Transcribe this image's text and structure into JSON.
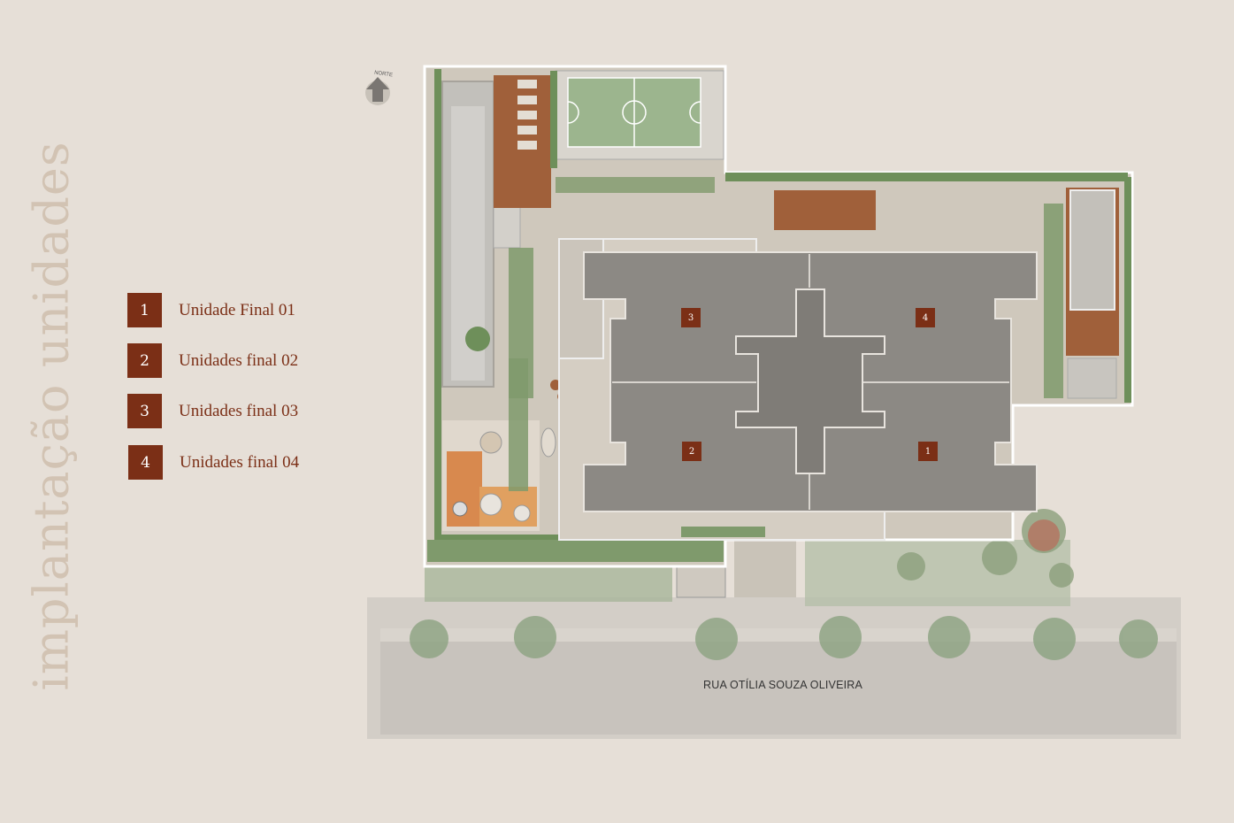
{
  "page": {
    "title": "implantação unidades"
  },
  "legend": {
    "items": [
      {
        "number": "1",
        "label": "Unidade Final 01"
      },
      {
        "number": "2",
        "label": "Unidades final 02"
      },
      {
        "number": "3",
        "label": "Unidades final 03"
      },
      {
        "number": "4",
        "label": "Unidades final 04"
      }
    ]
  },
  "plan": {
    "north_label": "NORTE",
    "street_name": "RUA OTÍLIA SOUZA OLIVEIRA",
    "unit_markers": [
      "3",
      "4",
      "2",
      "1"
    ]
  },
  "colors": {
    "background": "#e6dfd7",
    "accent": "#7b2f16",
    "title": "#d2c3b3",
    "building": "#8c8984",
    "paving": "#d8d1c6",
    "garden": "#6e8f5a",
    "deck": "#a0603a"
  },
  "icons": {
    "north": "north-arrow-icon"
  }
}
